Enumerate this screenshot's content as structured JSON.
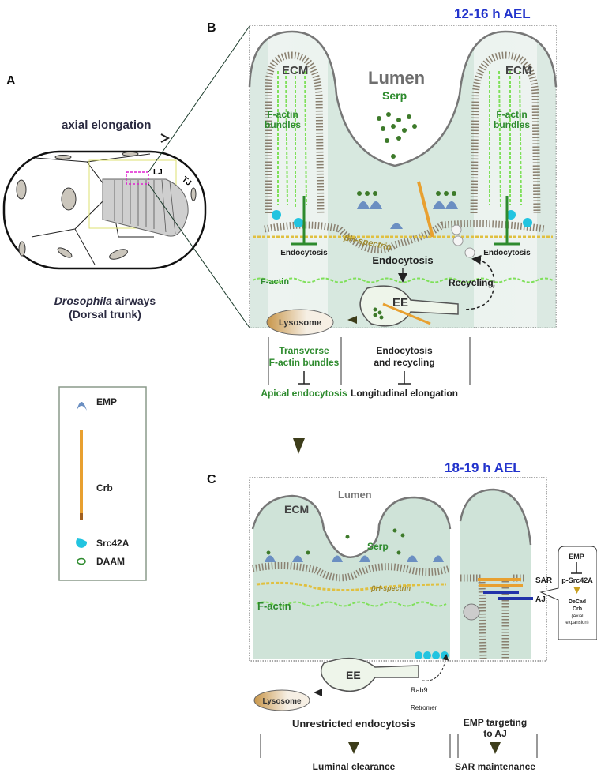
{
  "panel_a": {
    "label": "A",
    "arrow_label": "axial elongation",
    "lj": "LJ",
    "tj": "TJ",
    "caption_italic": "Drosophila",
    "caption_rest": " airways",
    "caption_line2": "(Dorsal trunk)"
  },
  "legend": {
    "items": [
      {
        "label": "EMP",
        "icon": "emp-icon"
      },
      {
        "label": "Crb",
        "icon": "crb-icon"
      },
      {
        "label": "Src42A",
        "icon": "src42a-icon"
      },
      {
        "label": "DAAM",
        "icon": "daam-icon"
      }
    ]
  },
  "panel_b": {
    "label": "B",
    "stage": "12-16 h AEL",
    "ecm_left": "ECM",
    "ecm_right": "ECM",
    "lumen": "Lumen",
    "serp": "Serp",
    "factin_bundles_l1": "F-actin",
    "factin_bundles_l2": "bundles",
    "spectrin": "βH-spectrin",
    "endocytosis_left": "Endocytosis",
    "endocytosis_center": "Endocytosis",
    "endocytosis_right": "Endocytosis",
    "factin": "F-actin",
    "recycling": "Recycling",
    "ee": "EE",
    "lysosome": "Lysosome",
    "summary_left_l1": "Transverse",
    "summary_left_l2": "F-actin bundles",
    "summary_left_result": "Apical endocytosis",
    "summary_right_l1": "Endocytosis",
    "summary_right_l2": "and recycling",
    "summary_right_result": "Longitudinal elongation"
  },
  "panel_c": {
    "label": "C",
    "stage": "18-19 h AEL",
    "ecm": "ECM",
    "lumen": "Lumen",
    "serp": "Serp",
    "spectrin": "βH-spectrin",
    "factin": "F-actin",
    "ee": "EE",
    "lysosome": "Lysosome",
    "rab9": "Rab9",
    "retromer": "Retromer",
    "sar": "SAR",
    "aj": "AJ",
    "callout": {
      "emp": "EMP",
      "psrc": "p-Src42A",
      "decad": "DeCad",
      "crb": "Crb",
      "note": "(Axial",
      "note2": "expansion)"
    },
    "bottom_left": "Unrestricted endocytosis",
    "bottom_left_result": "Luminal clearance",
    "bottom_right_l1": "EMP targeting",
    "bottom_right_l2": "to AJ",
    "bottom_right_result": "SAR maintenance"
  },
  "colors": {
    "stage_blue": "#2233cc",
    "green_text": "#2e8b2e",
    "tissue": "#cfe3d8",
    "crb": "#e8a030",
    "src42a": "#22c4e0",
    "emp": "#6b8fc2",
    "arrowhead": "#3d3d1a"
  }
}
